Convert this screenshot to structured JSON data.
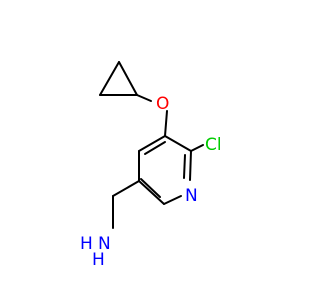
{
  "molecule": {
    "atoms": {
      "oxygen": "O",
      "chlorine": "Cl",
      "nitrogen_ring": "N",
      "amine_h": "H",
      "amine_n": "N"
    },
    "colors": {
      "bond": "#000000",
      "oxygen": "#ff0000",
      "chlorine": "#00cc00",
      "nitrogen": "#0000ff"
    }
  }
}
